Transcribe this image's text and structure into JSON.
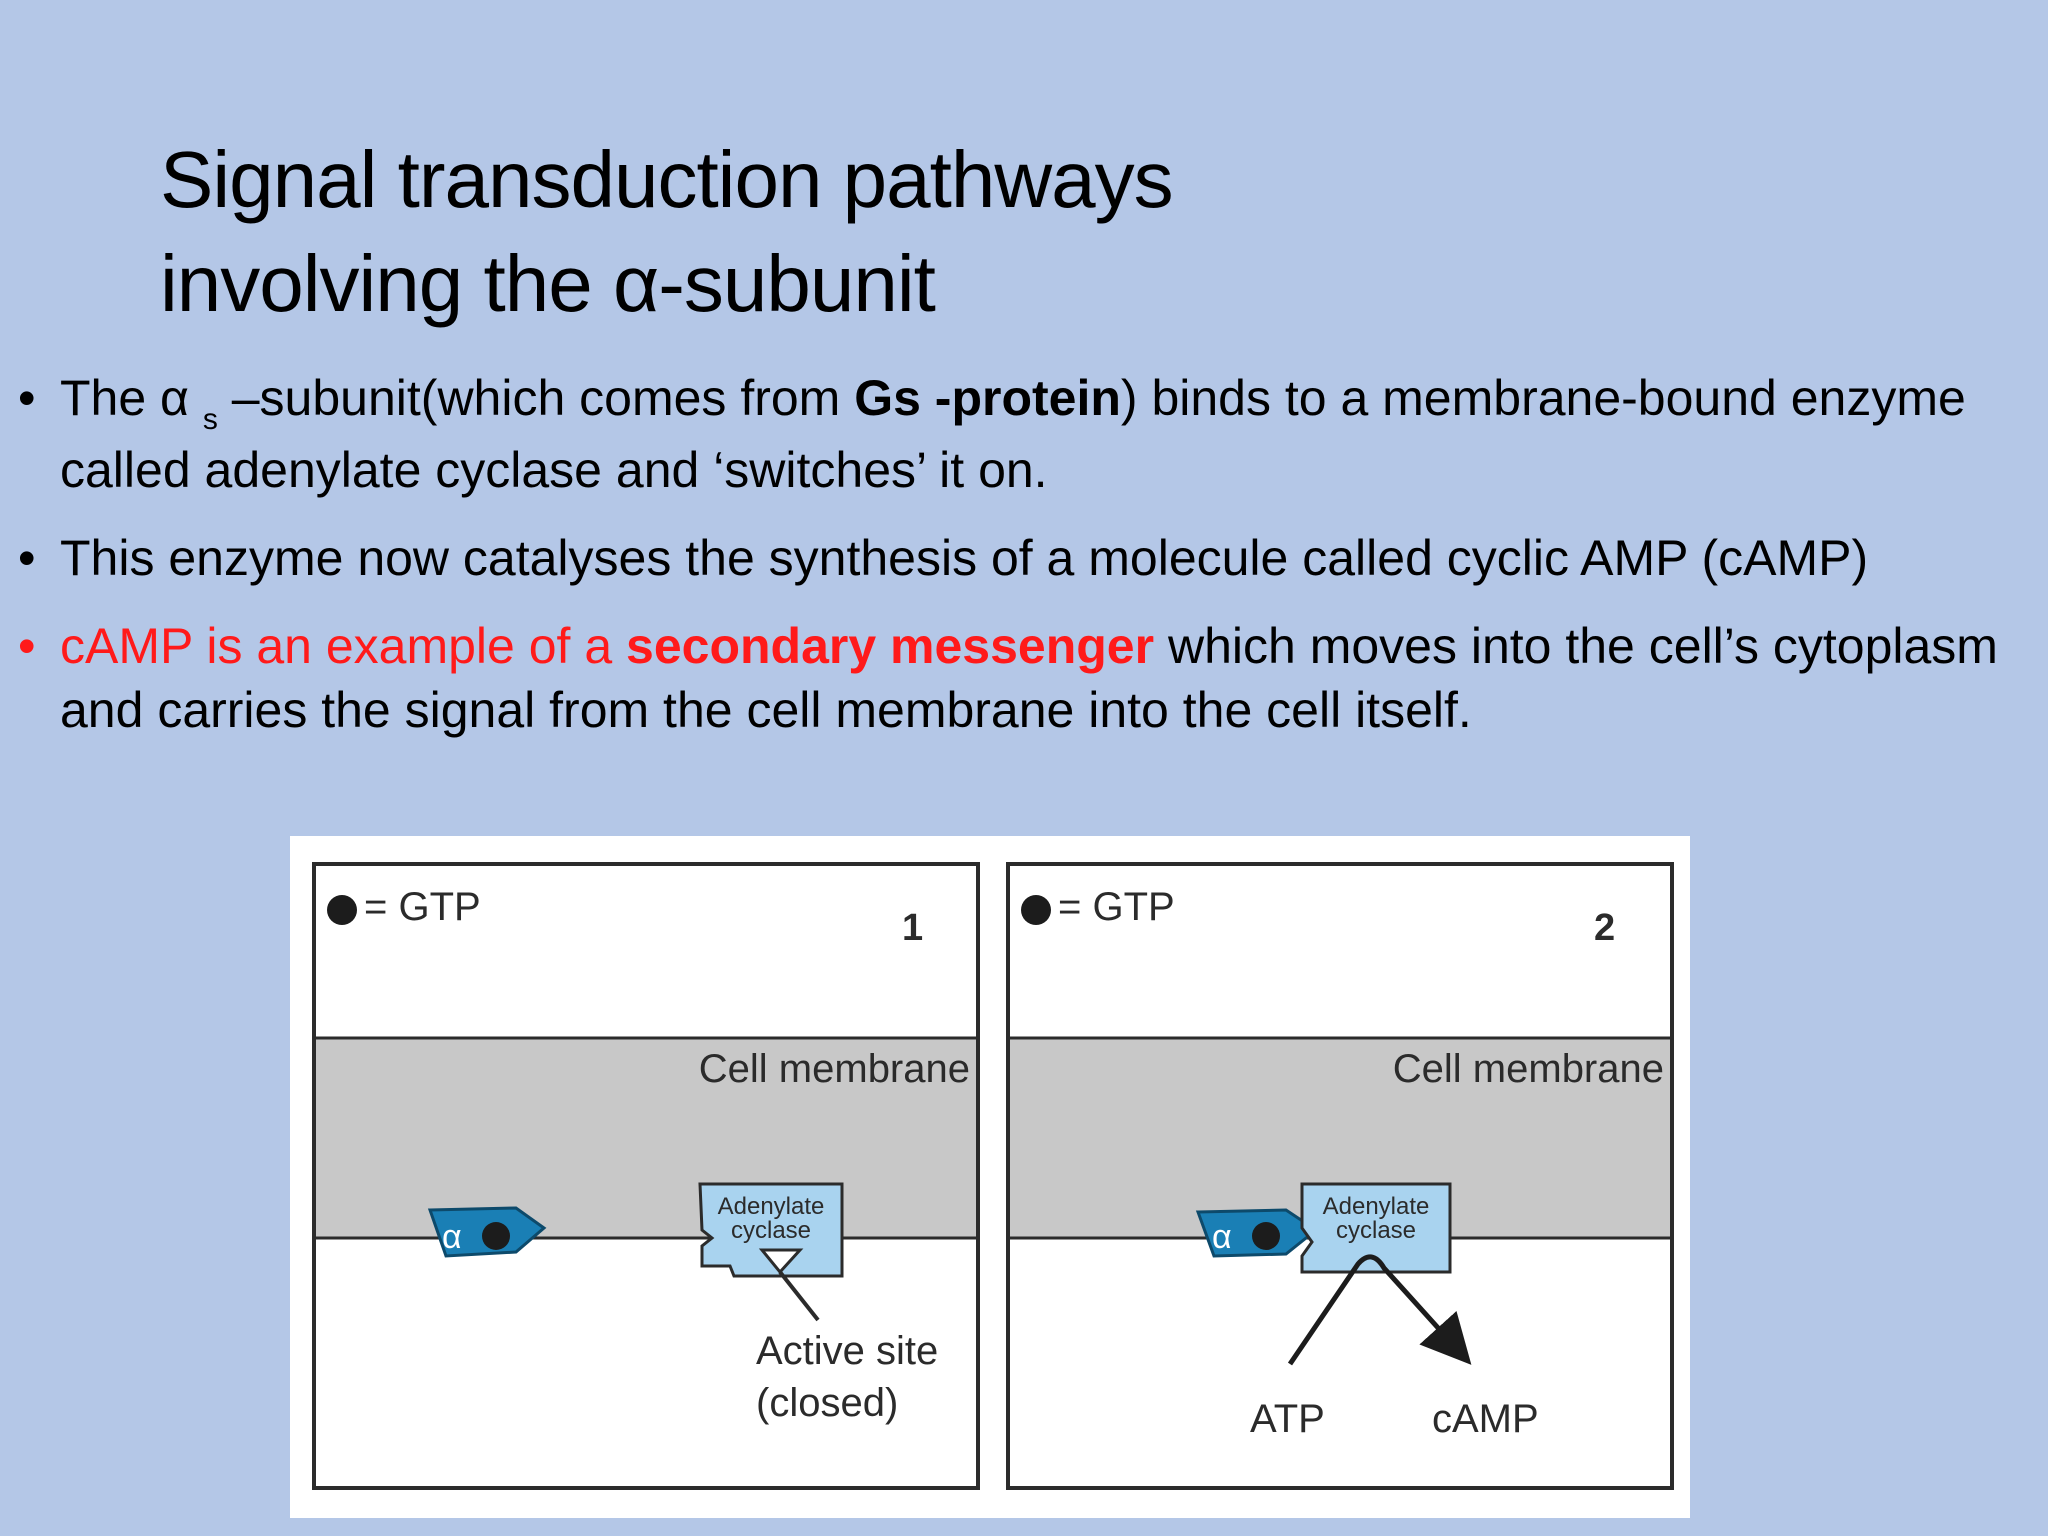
{
  "title": {
    "line1": "Signal transduction pathways",
    "line2": "involving the α-subunit"
  },
  "bullets": [
    {
      "marker": "•",
      "part1": "The α ",
      "subscript": "s",
      "part2": " –subunit(which comes from ",
      "bold": "Gs -protein",
      "part3": ") binds to a membrane-bound enzyme called adenylate cyclase  and ‘switches’ it on."
    },
    {
      "marker": "•",
      "text": "This enzyme now catalyses the synthesis of a molecule called cyclic AMP (cAMP)"
    },
    {
      "marker": "•",
      "red_text": "cAMP is an example of a ",
      "red_bold": "secondary messenger",
      "rest": " which moves into the cell’s cytoplasm and carries the signal from the cell membrane into the cell itself."
    }
  ],
  "figure": {
    "panel1": {
      "legend": "= GTP",
      "number": "1",
      "membrane_label": "Cell membrane",
      "subunit_label": "α",
      "enzyme_line1": "Adenylate",
      "enzyme_line2": "cyclase",
      "site_line1": "Active site",
      "site_line2": "(closed)"
    },
    "panel2": {
      "legend": "= GTP",
      "number": "2",
      "membrane_label": "Cell membrane",
      "subunit_label": "α",
      "enzyme_line1": "Adenylate",
      "enzyme_line2": "cyclase",
      "substrate": "ATP",
      "product": "cAMP"
    },
    "colors": {
      "membrane": "#c8c8c8",
      "subunit": "#1a7fb5",
      "enzyme": "#a9d3ef",
      "gtp": "#1c1c1c"
    }
  }
}
